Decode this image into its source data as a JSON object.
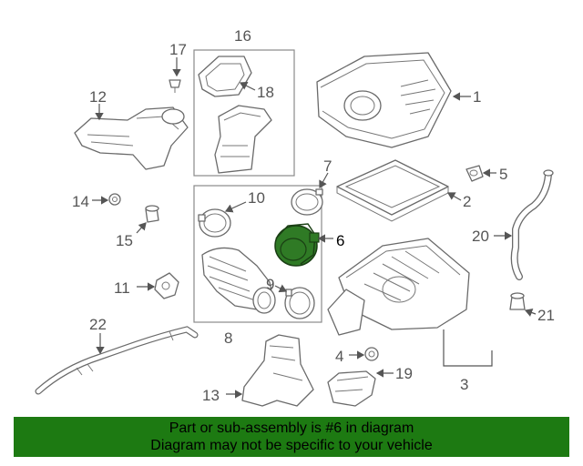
{
  "labels": {
    "p1": "1",
    "p2": "2",
    "p3": "3",
    "p4": "4",
    "p5": "5",
    "p6": "6",
    "p7": "7",
    "p8": "8",
    "p9": "9",
    "p10": "10",
    "p11": "11",
    "p12": "12",
    "p13": "13",
    "p14": "14",
    "p15": "15",
    "p16": "16",
    "p17": "17",
    "p18": "18",
    "p19": "19",
    "p20": "20",
    "p21": "21",
    "p22": "22"
  },
  "highlight_color": "#2f7a25",
  "banner": {
    "line1": "Part or sub-assembly is #6 in diagram",
    "line2": "Diagram may not be specific to your vehicle",
    "color": "#1d7a12"
  }
}
